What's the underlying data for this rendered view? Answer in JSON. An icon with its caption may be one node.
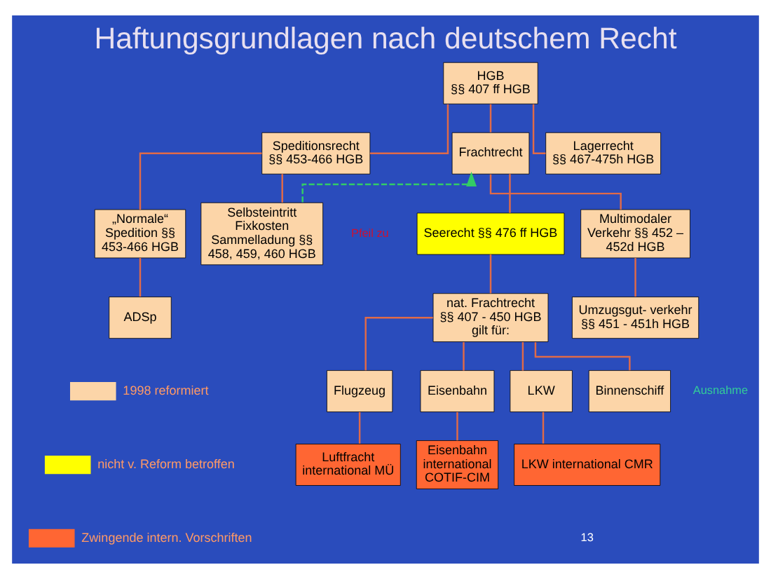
{
  "diagram": {
    "title": "Haftungsgrundlagen nach deutschem Recht",
    "nodes": [
      {
        "text": [
          "HGB",
          "§§ 407 ff HGB"
        ]
      },
      {
        "text": [
          "Speditionsrecht",
          "§§ 453-466 HGB"
        ]
      },
      {
        "text": [
          "Frachtrecht"
        ]
      },
      {
        "text": [
          "Lagerrecht",
          "§§ 467-475h HGB"
        ]
      },
      {
        "text": [
          "„Normale“ Spedition §§ 453-466 HGB"
        ]
      },
      {
        "text": [
          "Selbsteintritt Fixkosten Sammelladung §§ 458, 459, 460 HGB"
        ]
      },
      {
        "text": [
          "Seerecht §§ 476 ff HGB"
        ]
      },
      {
        "text": [
          "Multimodaler Verkehr §§ 452 – 452d HGB"
        ]
      },
      {
        "text": [
          "ADSp"
        ]
      },
      {
        "text": [
          "nat. Frachtrecht §§ 407 - 450 HGB gilt für:"
        ]
      },
      {
        "text": [
          "Umzugsgut- verkehr §§ 451 - 451h HGB"
        ]
      },
      {
        "text": [
          "Flugzeug"
        ]
      },
      {
        "text": [
          "Eisenbahn"
        ]
      },
      {
        "text": [
          "LKW"
        ]
      },
      {
        "text": [
          "Binnenschiff"
        ]
      },
      {
        "text": [
          "Luftfracht international MÜ"
        ]
      },
      {
        "text": [
          "Eisenbahn international COTIF-CIM"
        ]
      },
      {
        "text": [
          "LKW international CMR"
        ]
      }
    ],
    "edges": [
      {
        "from": 0,
        "to": 1,
        "arrow": "none"
      },
      {
        "from": 0,
        "to": 2,
        "arrow": "none"
      },
      {
        "from": 0,
        "to": 3,
        "arrow": "none"
      },
      {
        "from": 1,
        "to": 4,
        "arrow": "none"
      },
      {
        "from": 1,
        "to": 5,
        "arrow": "none"
      },
      {
        "from": 2,
        "to": 6,
        "arrow": "none"
      },
      {
        "from": 2,
        "to": 7,
        "arrow": "none"
      },
      {
        "from": 4,
        "to": 8,
        "arrow": "none"
      },
      {
        "from": 6,
        "to": 9,
        "arrow": "none"
      },
      {
        "from": 7,
        "to": 10,
        "arrow": "none"
      },
      {
        "from": 9,
        "to": 11,
        "arrow": "none"
      },
      {
        "from": 9,
        "to": 12,
        "arrow": "none"
      },
      {
        "from": 9,
        "to": 13,
        "arrow": "none"
      },
      {
        "from": 9,
        "to": 14,
        "arrow": "none"
      },
      {
        "from": 11,
        "to": 15,
        "arrow": "none"
      },
      {
        "from": 12,
        "to": 16,
        "arrow": "none"
      },
      {
        "from": 13,
        "to": 17,
        "arrow": "none"
      },
      {
        "from": 5,
        "to": 2,
        "arrow": "to",
        "style": "dashed",
        "color": "#33cc66"
      }
    ],
    "labels": [
      "Pfeil zu",
      "Ausnahme",
      "13"
    ],
    "legend": [
      {
        "text": "1998 reformiert",
        "color": "#fcd5a8"
      },
      {
        "text": "nicht v. Reform betroffen",
        "color": "#ffff00"
      },
      {
        "text": "Zwingende intern. Vorschriften",
        "color": "#ff6633"
      }
    ]
  }
}
